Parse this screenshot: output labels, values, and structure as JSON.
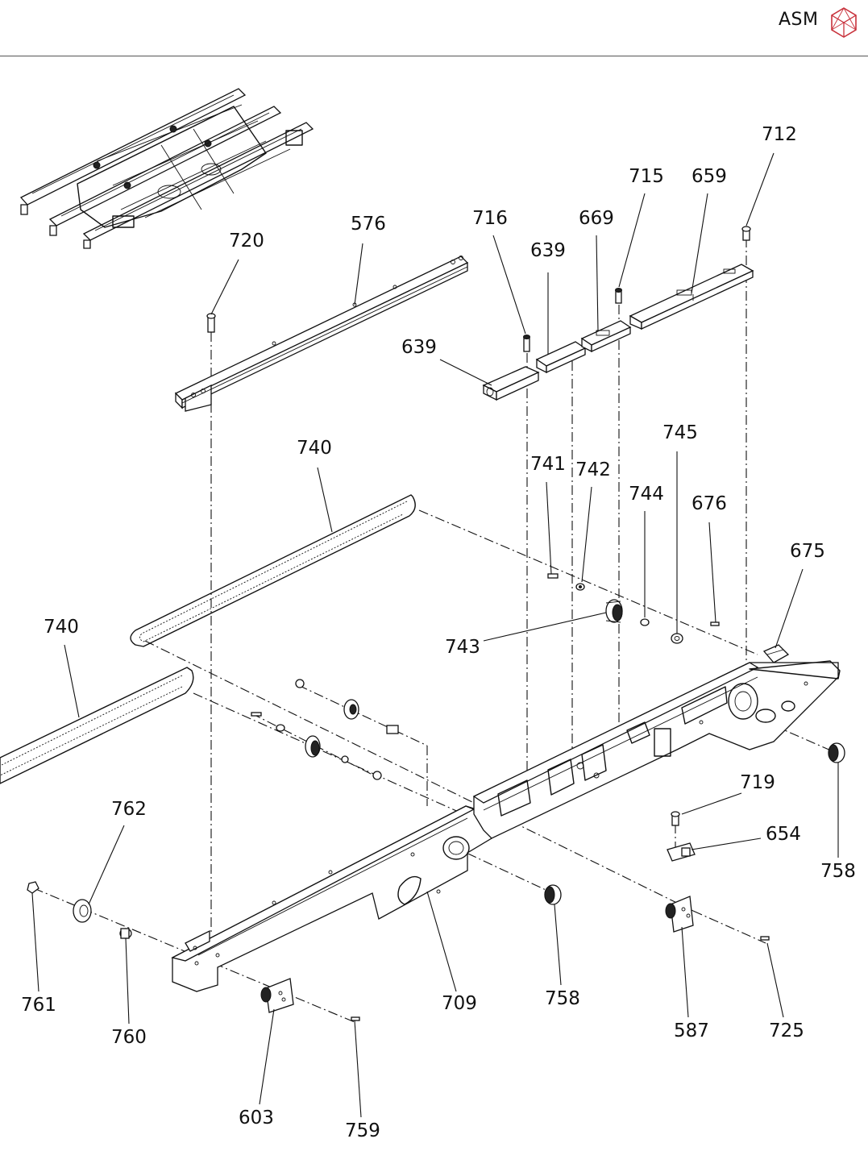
{
  "header": {
    "brand_text": "ASM",
    "logo_icon": "asm-cube-logo-icon"
  },
  "callouts": [
    {
      "id": "712",
      "label": "712"
    },
    {
      "id": "715",
      "label": "715"
    },
    {
      "id": "659",
      "label": "659"
    },
    {
      "id": "716",
      "label": "716"
    },
    {
      "id": "669",
      "label": "669"
    },
    {
      "id": "576",
      "label": "576"
    },
    {
      "id": "720",
      "label": "720"
    },
    {
      "id": "639a",
      "label": "639"
    },
    {
      "id": "639b",
      "label": "639"
    },
    {
      "id": "740a",
      "label": "740"
    },
    {
      "id": "745",
      "label": "745"
    },
    {
      "id": "741",
      "label": "741"
    },
    {
      "id": "742",
      "label": "742"
    },
    {
      "id": "744",
      "label": "744"
    },
    {
      "id": "676",
      "label": "676"
    },
    {
      "id": "675",
      "label": "675"
    },
    {
      "id": "740b",
      "label": "740"
    },
    {
      "id": "743",
      "label": "743"
    },
    {
      "id": "762",
      "label": "762"
    },
    {
      "id": "719",
      "label": "719"
    },
    {
      "id": "654",
      "label": "654"
    },
    {
      "id": "758a",
      "label": "758"
    },
    {
      "id": "761",
      "label": "761"
    },
    {
      "id": "709",
      "label": "709"
    },
    {
      "id": "758b",
      "label": "758"
    },
    {
      "id": "760",
      "label": "760"
    },
    {
      "id": "587",
      "label": "587"
    },
    {
      "id": "725",
      "label": "725"
    },
    {
      "id": "603",
      "label": "603"
    },
    {
      "id": "759",
      "label": "759"
    }
  ]
}
